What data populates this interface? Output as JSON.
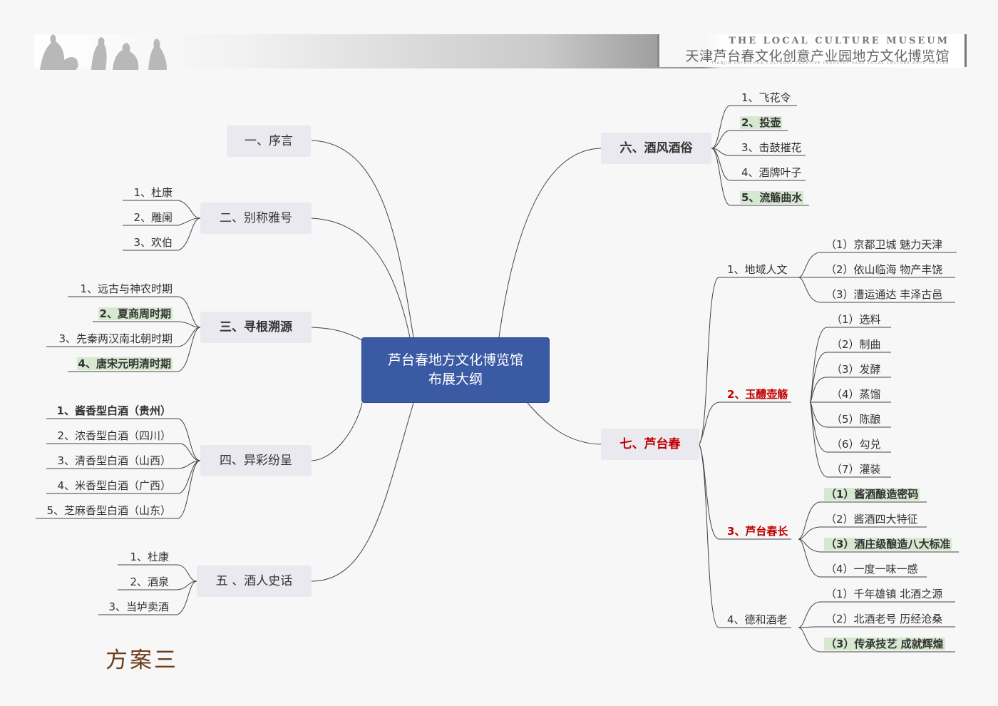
{
  "header": {
    "museum_en": "THE LOCAL CULTURE MUSEUM",
    "museum_cn": "天津芦台春文化创意产业园地方文化博览馆",
    "museum_sub": "TIANJIN LUTAICHUN CULTURAL CREATIVE INDUSTRY PARK LOCAL CULTURE EXPO CENTER"
  },
  "center": {
    "line1": "芦台春地方文化博览馆",
    "line2": "布展大纲"
  },
  "left": {
    "b1": {
      "label": "一、序言"
    },
    "b2": {
      "label": "二、别称雅号",
      "leaves": [
        "1、杜康",
        "2、雕阑",
        "3、欢伯"
      ]
    },
    "b3": {
      "label": "三、寻根溯源",
      "leaves": [
        "1、远古与神农时期",
        "2、夏商周时期",
        "3、先秦两汉南北朝时期",
        "4、唐宋元明清时期"
      ]
    },
    "b4": {
      "label": "四、异彩纷呈",
      "leaves": [
        "1、酱香型白酒（贵州）",
        "2、浓香型白酒（四川）",
        "3、清香型白酒（山西）",
        "4、米香型白酒（广西）",
        "5、芝麻香型白酒（山东）"
      ]
    },
    "b5": {
      "label": "五 、酒人史话",
      "leaves": [
        "1、杜康",
        "2、酒泉",
        "3、当垆卖酒"
      ]
    }
  },
  "right": {
    "b6": {
      "label": "六、酒风酒俗",
      "leaves": [
        "1、飞花令",
        "2、投壶",
        "3、击鼓摧花",
        "4、酒牌叶子",
        "5、流觞曲水"
      ]
    },
    "b7": {
      "label": "七、芦台春",
      "subs": [
        {
          "label": "1、地域人文",
          "leaves": [
            "（1）京都卫城  魅力天津",
            "（2）依山临海 物产丰饶",
            "（3）漕运通达 丰泽古邑"
          ]
        },
        {
          "label": "2、玉醴壶觞",
          "leaves": [
            "（1）选料",
            "（2）制曲",
            "（3）发酵",
            "（4）蒸馏",
            "（5）陈酿",
            "（6）勾兑",
            "（7）灌装"
          ]
        },
        {
          "label": "3、芦台春长",
          "leaves": [
            "（1）酱酒酿造密码",
            "（2）酱酒四大特征",
            "（3）酒庄级酿造八大标准",
            "（4）一度一味一感"
          ]
        },
        {
          "label": "4、德和酒老",
          "leaves": [
            "（1）千年雄镇  北酒之源",
            "（2）北酒老号 历经沧桑",
            "（3）传承技艺  成就辉煌"
          ]
        }
      ]
    }
  },
  "footer": {
    "plan": "方案三"
  },
  "colors": {
    "center_fill": "#3a5aa3",
    "node_fill": "#e9e9ef",
    "highlight": "#d6e8d0",
    "accent_red": "#c00000",
    "plan_brown": "#6b3e1e"
  }
}
